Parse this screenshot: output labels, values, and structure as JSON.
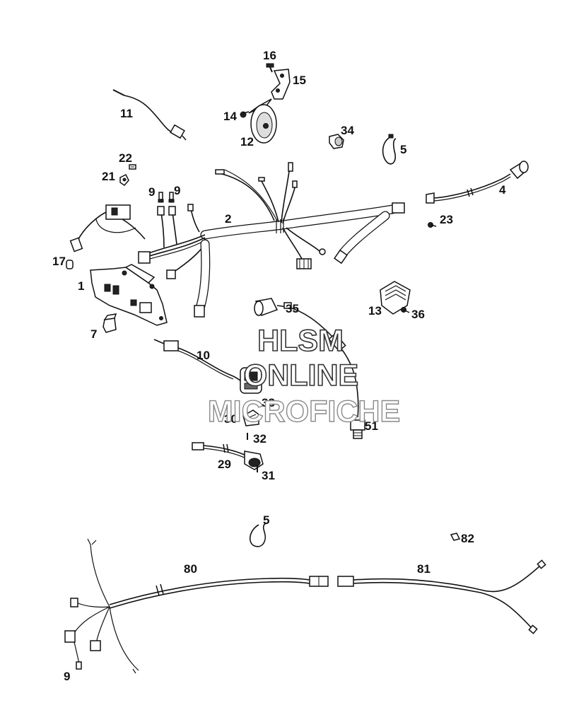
{
  "callouts": {
    "c16": "16",
    "c15": "15",
    "c11": "11",
    "c14": "14",
    "c12": "12",
    "c34": "34",
    "c5a": "5",
    "c22": "22",
    "c21": "21",
    "c9a": "9",
    "c9b": "9",
    "c4": "4",
    "c2": "2",
    "c23": "23",
    "c17": "17",
    "c1": "1",
    "c13": "13",
    "c36": "36",
    "c35": "35",
    "c7": "7",
    "c10": "10",
    "c33": "33",
    "c30": "30",
    "c32": "32",
    "c51": "51",
    "c29": "29",
    "c31": "31",
    "c5b": "5",
    "c82": "82",
    "c80": "80",
    "c81": "81",
    "c9c": "9"
  },
  "watermark": {
    "line1": "HLSM",
    "line2": "ONLINE",
    "line3": "MICROFICHE"
  }
}
